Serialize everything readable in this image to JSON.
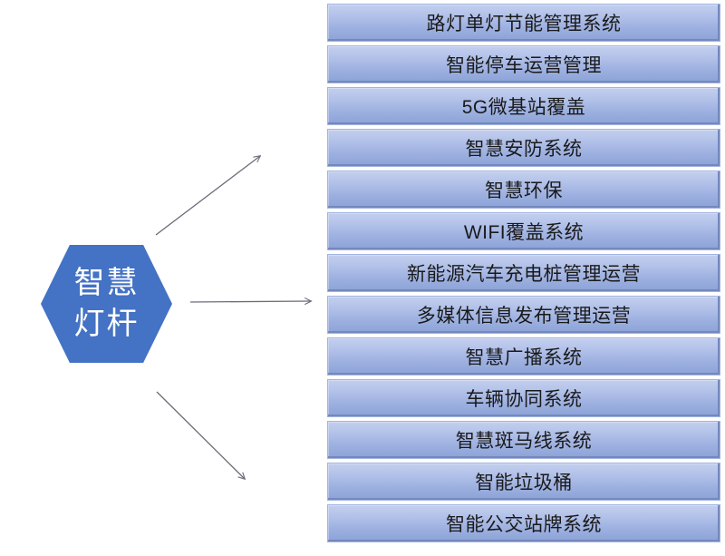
{
  "page": {
    "background_color": "#ffffff"
  },
  "diagram": {
    "hub": {
      "label_line1": "智慧",
      "label_line2": "灯杆",
      "shape": "hexagon",
      "fill_color": "#4472C4",
      "text_color": "#FFFFFF"
    },
    "arrows": {
      "color": "#6B6D78",
      "count": 3,
      "directions": [
        "up-right",
        "right",
        "down-right"
      ]
    },
    "items": [
      "路灯单灯节能管理系统",
      "智能停车运营管理",
      "5G微基站覆盖",
      "智慧安防系统",
      "智慧环保",
      "WIFI覆盖系统",
      "新能源汽车充电桩管理运营",
      "多媒体信息发布管理运营",
      "智慧广播系统",
      "车辆协同系统",
      "智慧斑马线系统",
      "智能垃圾桶",
      "智能公交站牌系统"
    ],
    "item_style": {
      "fill_top_color": "#C3CFEF",
      "fill_bottom_color": "#8CA3D7",
      "border_color": "#A2B3E0",
      "accent_edge_color": "#7488BD",
      "text_color": "#1A1A1A"
    }
  }
}
